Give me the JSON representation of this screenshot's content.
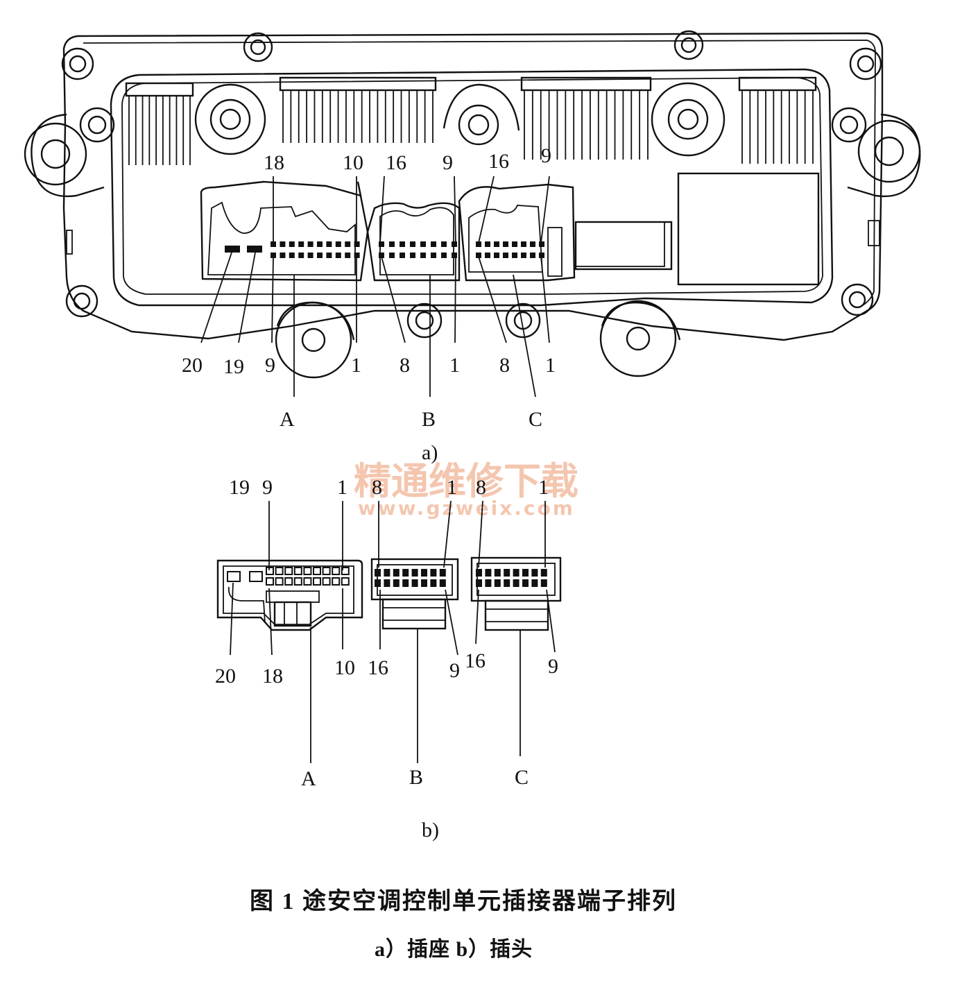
{
  "figure_a": {
    "part_label": "a)",
    "top_pin_labels": [
      "18",
      "10",
      "16",
      "9",
      "16",
      "9"
    ],
    "bottom_pin_labels": [
      "20",
      "19",
      "9",
      "1",
      "8",
      "1",
      "8",
      "1"
    ],
    "connector_labels": [
      "A",
      "B",
      "C"
    ]
  },
  "figure_b": {
    "part_label": "b)",
    "top_pin_labels": [
      "19",
      "9",
      "1",
      "8",
      "1",
      "8",
      "1"
    ],
    "bottom_pin_labels": [
      "20",
      "18",
      "10",
      "16",
      "9",
      "16",
      "9"
    ],
    "connector_labels": [
      "A",
      "B",
      "C"
    ]
  },
  "watermark": {
    "text": "精通维修下载",
    "url": "www.gzweix.com",
    "color": "#f2b99c"
  },
  "caption": {
    "title": "图 1  途安空调控制单元插接器端子排列",
    "subtitle": "a）插座   b）插头"
  }
}
